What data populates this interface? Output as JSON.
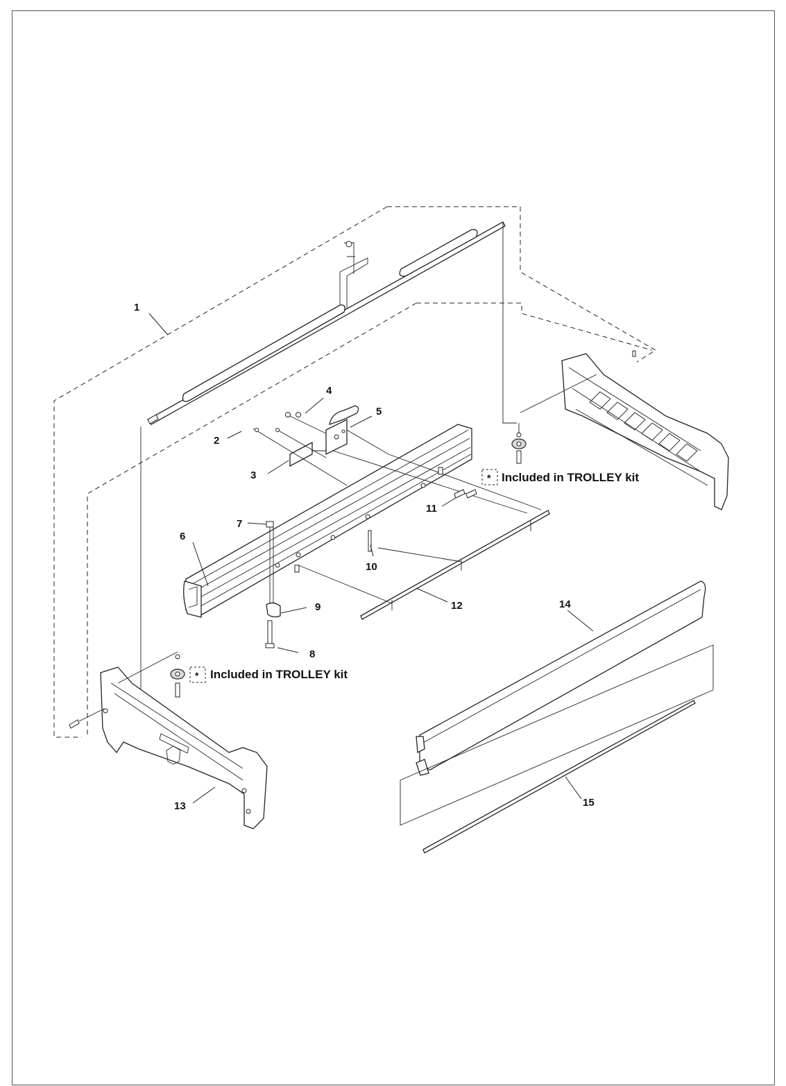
{
  "callouts": {
    "c1": "1",
    "c2": "2",
    "c3": "3",
    "c4": "4",
    "c5": "5",
    "c6": "6",
    "c7": "7",
    "c8": "8",
    "c9": "9",
    "c10": "10",
    "c11": "11",
    "c12": "12",
    "c13": "13",
    "c14": "14",
    "c15": "15"
  },
  "notes": {
    "trolley_marker": "*",
    "trolley_text": "Included in TROLLEY kit"
  },
  "colors": {
    "line": "#222222",
    "background": "#ffffff",
    "frame": "#555555"
  }
}
